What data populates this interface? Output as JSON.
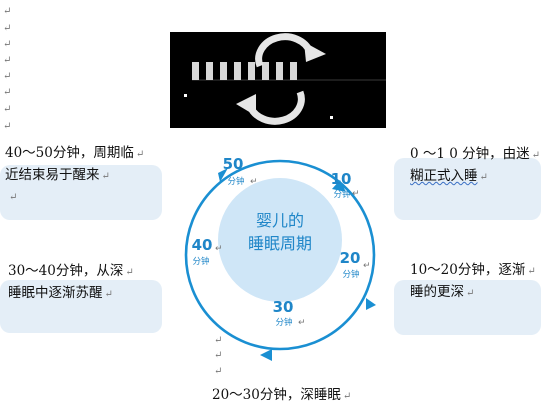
{
  "paragraph_mark": "↵",
  "colors": {
    "ring": "#1a8fd2",
    "center": "#cfe6f7",
    "note_box": "#e4eef7",
    "squiggle": "#3a6fc4"
  },
  "center_title": [
    "婴儿的",
    "睡眠周期"
  ],
  "unit": "分钟",
  "minute_markers": [
    {
      "value": "50"
    },
    {
      "value": "10"
    },
    {
      "value": "20"
    },
    {
      "value": "30"
    },
    {
      "value": "40"
    }
  ],
  "notes": {
    "n40_50": {
      "line1": "40～50分钟，周期临",
      "line2": "近结束易于醒来"
    },
    "n0_10": {
      "line1": "0 ～1 0 分钟，由迷",
      "line2": "糊正式入睡"
    },
    "n30_40": {
      "line1": "30～40分钟，从深",
      "line2": "睡眠中逐渐苏醒"
    },
    "n10_20": {
      "line1": "10～20分钟，逐渐",
      "line2": "睡的更深"
    },
    "n20_30": {
      "line1": "20～30分钟，深睡眠"
    }
  }
}
